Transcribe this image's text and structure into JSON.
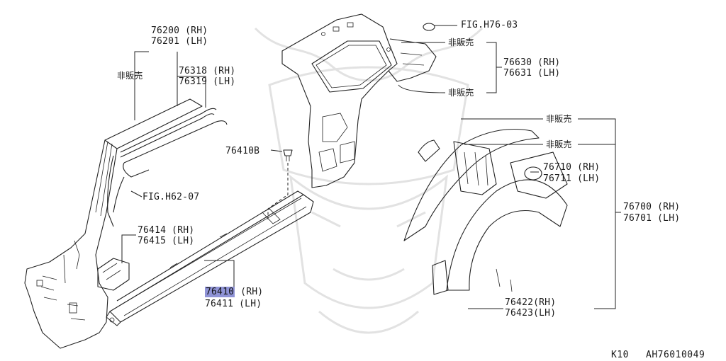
{
  "labels": {
    "p76200": "76200 (RH)",
    "p76201": "76201 (LH)",
    "not_sold_left": "非販売",
    "p76318": "76318 (RH)",
    "p76319": "76319 (LH)",
    "fig_h62_07": "FIG.H62-07",
    "p76410b": "76410B",
    "p76414": "76414 (RH)",
    "p76415": "76415 (LH)",
    "p76410_num": "76410",
    "p76410_side": " (RH)",
    "p76411": "76411 (LH)",
    "fig_h76_03": "FIG.H76-03",
    "not_sold_top1": "非販売",
    "not_sold_top2": "非販売",
    "p76630": "76630 (RH)",
    "p76631": "76631 (LH)",
    "not_sold_right1": "非販売",
    "not_sold_right2": "非販売",
    "p76710": "76710 (RH)",
    "p76711": "76711 (LH)",
    "p76700": "76700 (RH)",
    "p76701": "76701 (LH)",
    "p76422": "76422(RH)",
    "p76423": "76423(LH)"
  },
  "footer": {
    "model": "K10",
    "diagram_id": "AH76010049"
  },
  "highlight_color": "#8f93d6"
}
